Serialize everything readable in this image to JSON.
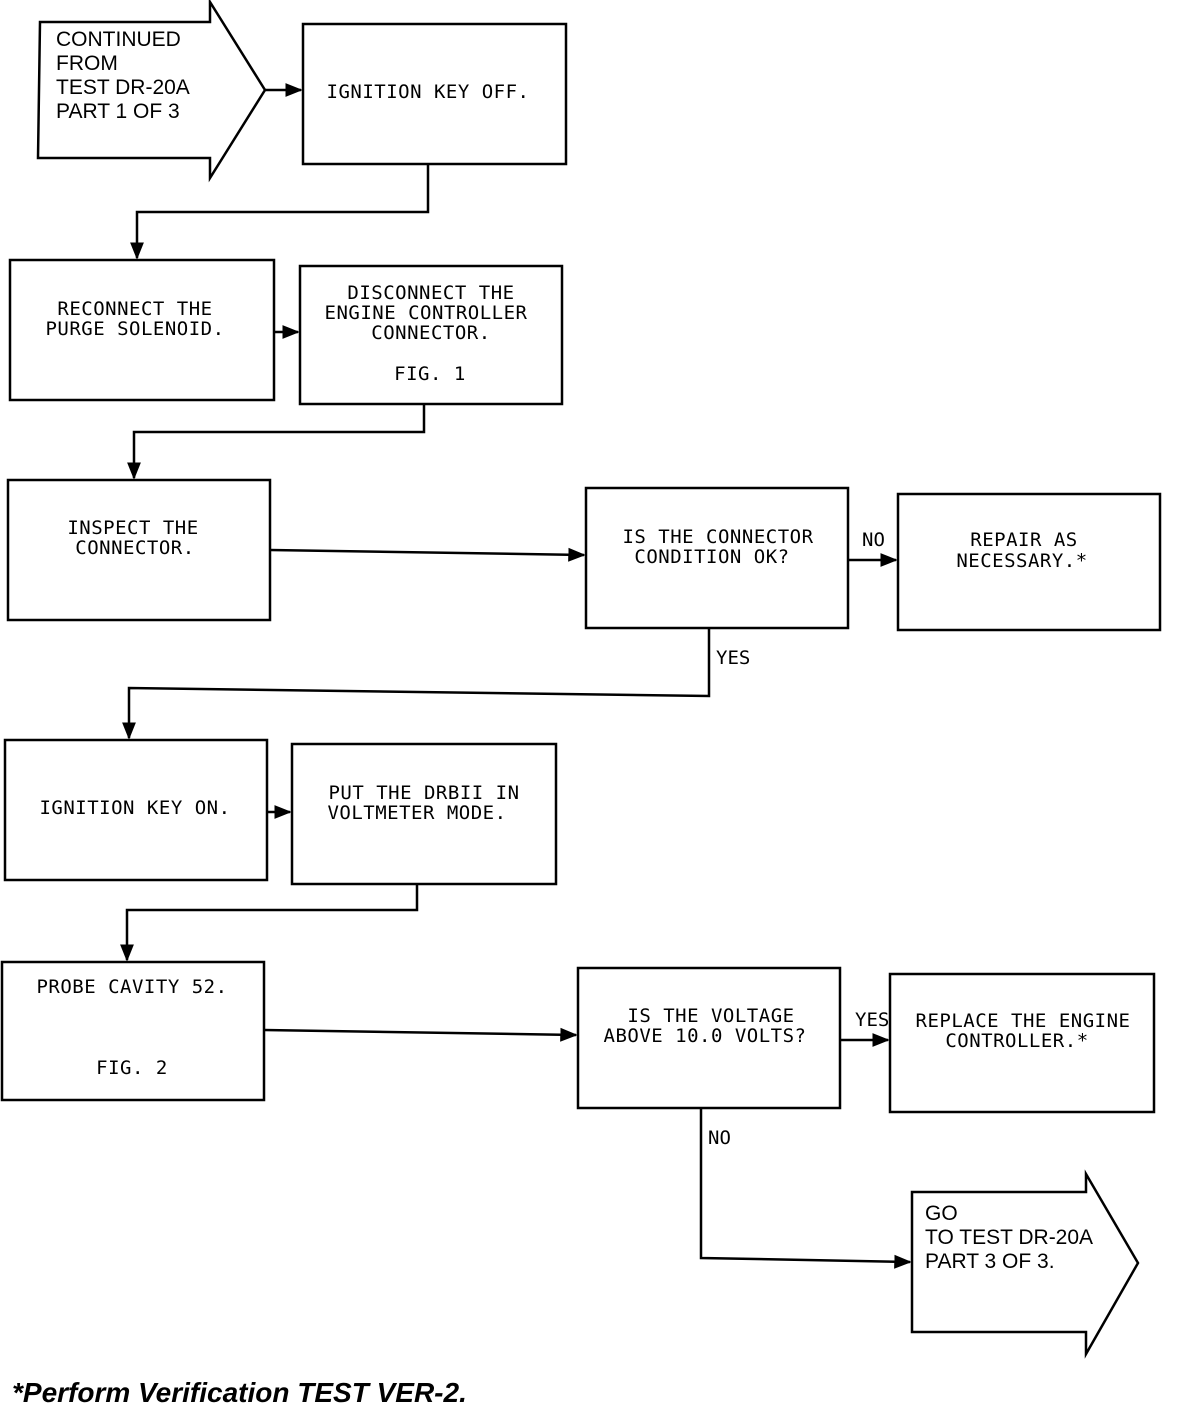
{
  "start_arrow": {
    "lines": [
      "CONTINUED",
      "FROM",
      "TEST DR-20A",
      "PART 1 OF 3"
    ]
  },
  "boxes": {
    "ignition_off": {
      "lines": [
        "IGNITION KEY OFF."
      ]
    },
    "reconnect": {
      "lines": [
        "RECONNECT THE",
        "PURGE SOLENOID."
      ]
    },
    "disconnect": {
      "lines": [
        "DISCONNECT THE",
        "ENGINE CONTROLLER",
        "CONNECTOR."
      ],
      "fig": "FIG. 1"
    },
    "inspect": {
      "lines": [
        "INSPECT THE",
        "CONNECTOR."
      ]
    },
    "connector_ok": {
      "lines": [
        "IS THE CONNECTOR",
        "CONDITION OK?"
      ]
    },
    "repair": {
      "lines": [
        "REPAIR AS",
        "NECESSARY.*"
      ]
    },
    "ignition_on": {
      "lines": [
        "IGNITION KEY ON."
      ]
    },
    "drbii": {
      "lines": [
        "PUT THE DRBII IN",
        "VOLTMETER MODE."
      ]
    },
    "probe": {
      "lines": [
        "PROBE CAVITY 52."
      ],
      "fig": "FIG. 2"
    },
    "voltage": {
      "lines": [
        "IS THE VOLTAGE",
        "ABOVE 10.0 VOLTS?"
      ]
    },
    "replace": {
      "lines": [
        "REPLACE THE ENGINE",
        "CONTROLLER.*"
      ]
    }
  },
  "end_arrow": {
    "lines": [
      "GO",
      "TO TEST DR-20A",
      "PART 3 OF 3."
    ]
  },
  "labels": {
    "connector_no": "NO",
    "connector_yes": "YES",
    "voltage_yes": "YES",
    "voltage_no": "NO"
  },
  "footnote": "*Perform Verification TEST VER-2."
}
